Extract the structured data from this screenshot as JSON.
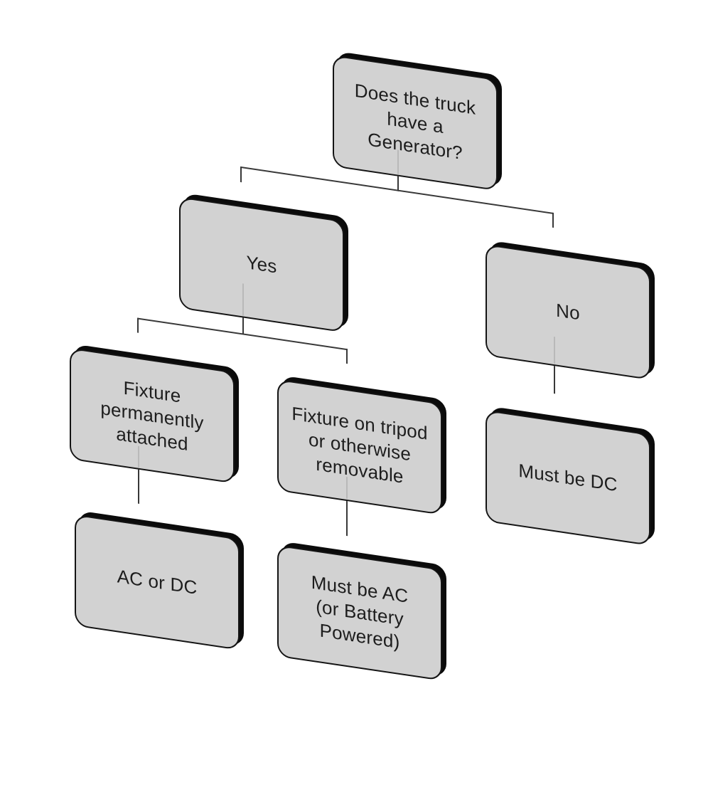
{
  "diagram": {
    "type": "decision-tree-flowchart",
    "colors": {
      "node_fill": "#d2d2d2",
      "node_border": "#141414",
      "node_shadow": "#0b0b0b",
      "connector": "#383838",
      "connector_faint": "#b9b9b9",
      "text": "#1d1d1d",
      "background": "#ffffff"
    },
    "nodes": [
      {
        "id": "q-generator",
        "label": "Does the truck have a Generator?"
      },
      {
        "id": "yes",
        "label": "Yes"
      },
      {
        "id": "no",
        "label": "No"
      },
      {
        "id": "fixture-attached",
        "label": "Fixture permanently attached"
      },
      {
        "id": "fixture-removable",
        "label": "Fixture on tripod or otherwise removable"
      },
      {
        "id": "must-dc",
        "label": "Must be DC"
      },
      {
        "id": "ac-or-dc",
        "label": "AC or DC"
      },
      {
        "id": "must-ac",
        "label": "Must be AC (or Battery Powered)"
      }
    ],
    "edges": [
      {
        "from": "q-generator",
        "to": "yes"
      },
      {
        "from": "q-generator",
        "to": "no"
      },
      {
        "from": "yes",
        "to": "fixture-attached"
      },
      {
        "from": "yes",
        "to": "fixture-removable"
      },
      {
        "from": "no",
        "to": "must-dc"
      },
      {
        "from": "fixture-attached",
        "to": "ac-or-dc"
      },
      {
        "from": "fixture-removable",
        "to": "must-ac"
      }
    ]
  }
}
